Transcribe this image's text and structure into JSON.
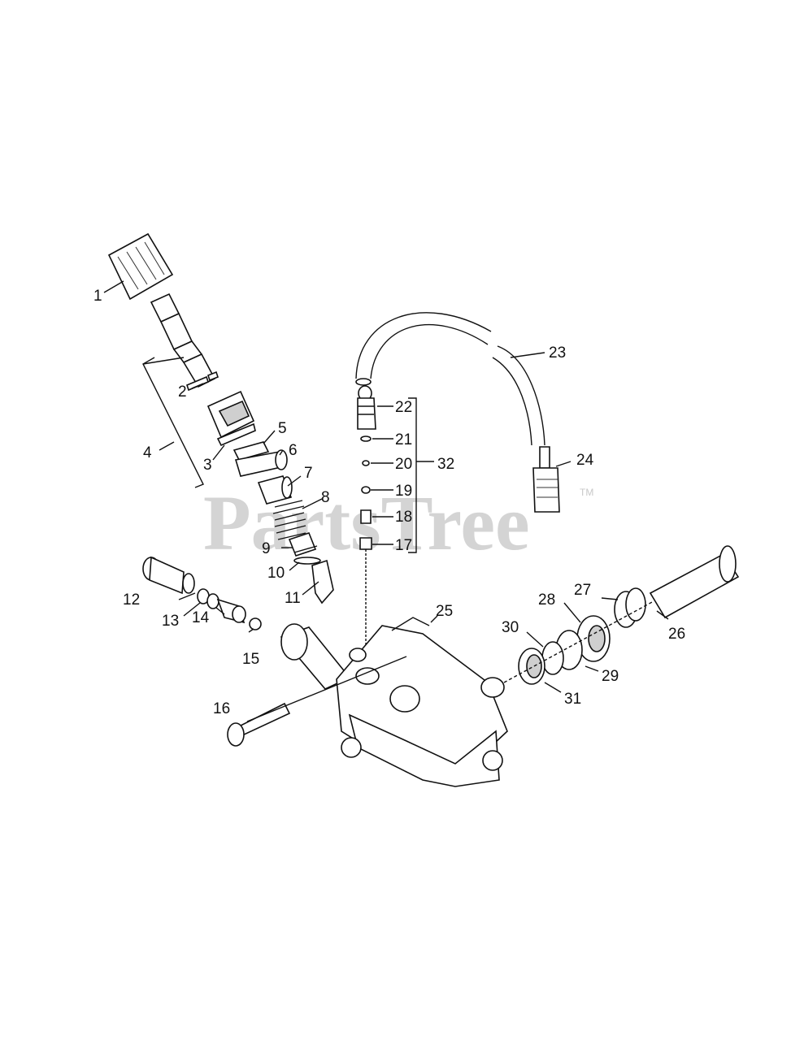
{
  "watermark": {
    "text": "PartsTree",
    "mark": "TM"
  },
  "labels": [
    "1",
    "2",
    "3",
    "4",
    "5",
    "6",
    "7",
    "8",
    "9",
    "10",
    "11",
    "12",
    "13",
    "14",
    "15",
    "16",
    "17",
    "18",
    "19",
    "20",
    "21",
    "22",
    "23",
    "24",
    "25",
    "26",
    "27",
    "28",
    "29",
    "30",
    "31",
    "32"
  ]
}
